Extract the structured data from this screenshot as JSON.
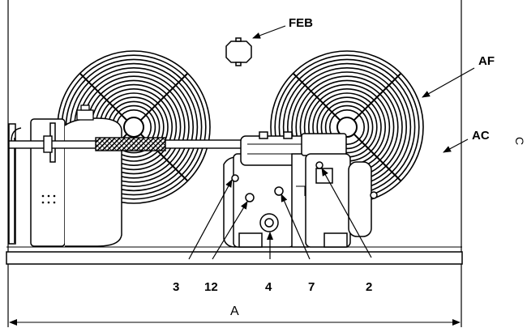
{
  "labels": {
    "feb": "FEB",
    "af": "AF",
    "ac": "AC",
    "c": "C",
    "a": "A",
    "n3": "3",
    "n12": "12",
    "n4": "4",
    "n7": "7",
    "n2": "2"
  }
}
